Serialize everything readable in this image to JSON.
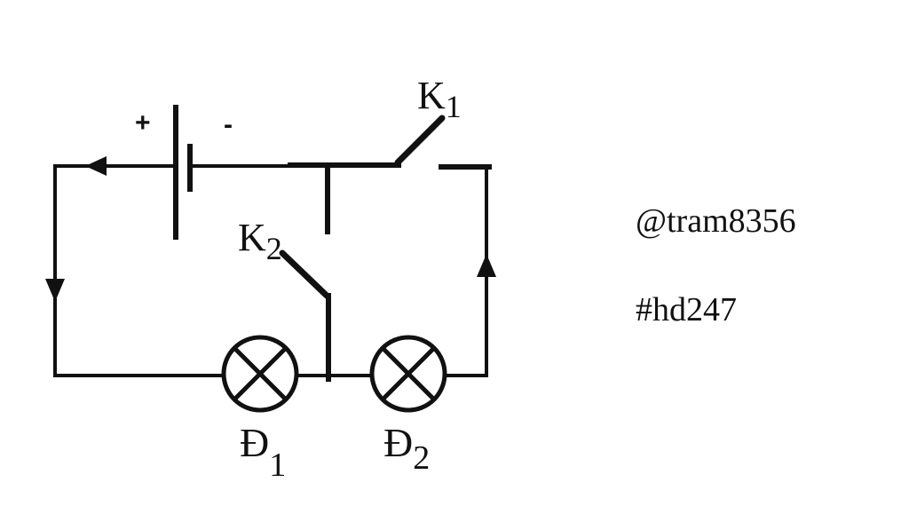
{
  "diagram": {
    "battery": {
      "plus_label": "+",
      "minus_label": "-"
    },
    "switch_k1": {
      "letter": "K",
      "index": "1"
    },
    "switch_k2": {
      "letter": "K",
      "index": "2"
    },
    "lamp_d1": {
      "letter": "Đ",
      "index": "1"
    },
    "lamp_d2": {
      "letter": "Đ",
      "index": "2"
    }
  },
  "watermark": {
    "user": "@tram8356",
    "hashtag": "#hd247"
  }
}
